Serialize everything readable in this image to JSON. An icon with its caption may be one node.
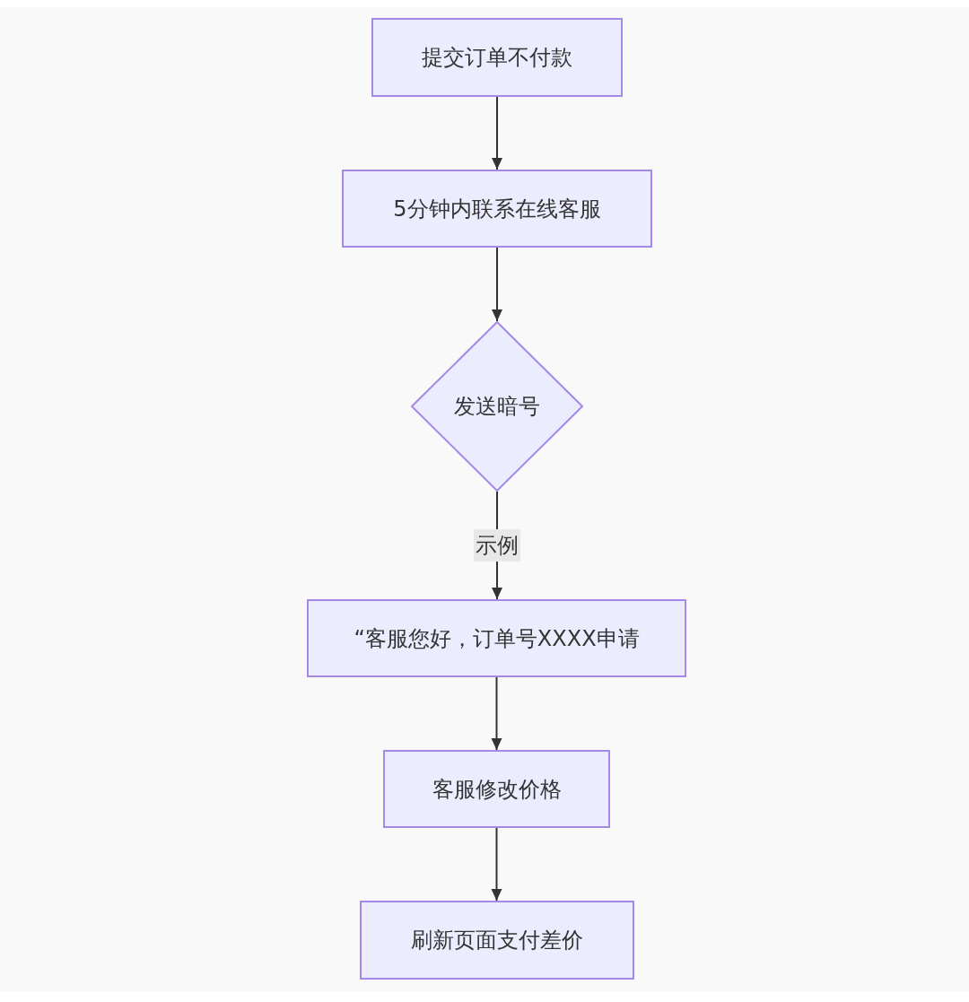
{
  "diagram": {
    "nodes": [
      {
        "text": [
          "提交订单不付款"
        ]
      },
      {
        "text": [
          "5分钟内联系在线客服"
        ]
      },
      {
        "text": [
          "发送暗号"
        ]
      },
      {
        "text": [
          "“客服您好，订单号XXXX申请"
        ]
      },
      {
        "text": [
          "客服修改价格"
        ]
      },
      {
        "text": [
          "刷新页面支付差价"
        ]
      }
    ],
    "edges": [
      {
        "from": 0,
        "to": 1,
        "arrow": "to"
      },
      {
        "from": 1,
        "to": 2,
        "arrow": "to"
      },
      {
        "from": 2,
        "to": 3,
        "arrow": "to",
        "label": "示例"
      },
      {
        "from": 3,
        "to": 4,
        "arrow": "to"
      },
      {
        "from": 4,
        "to": 5,
        "arrow": "to"
      }
    ]
  }
}
